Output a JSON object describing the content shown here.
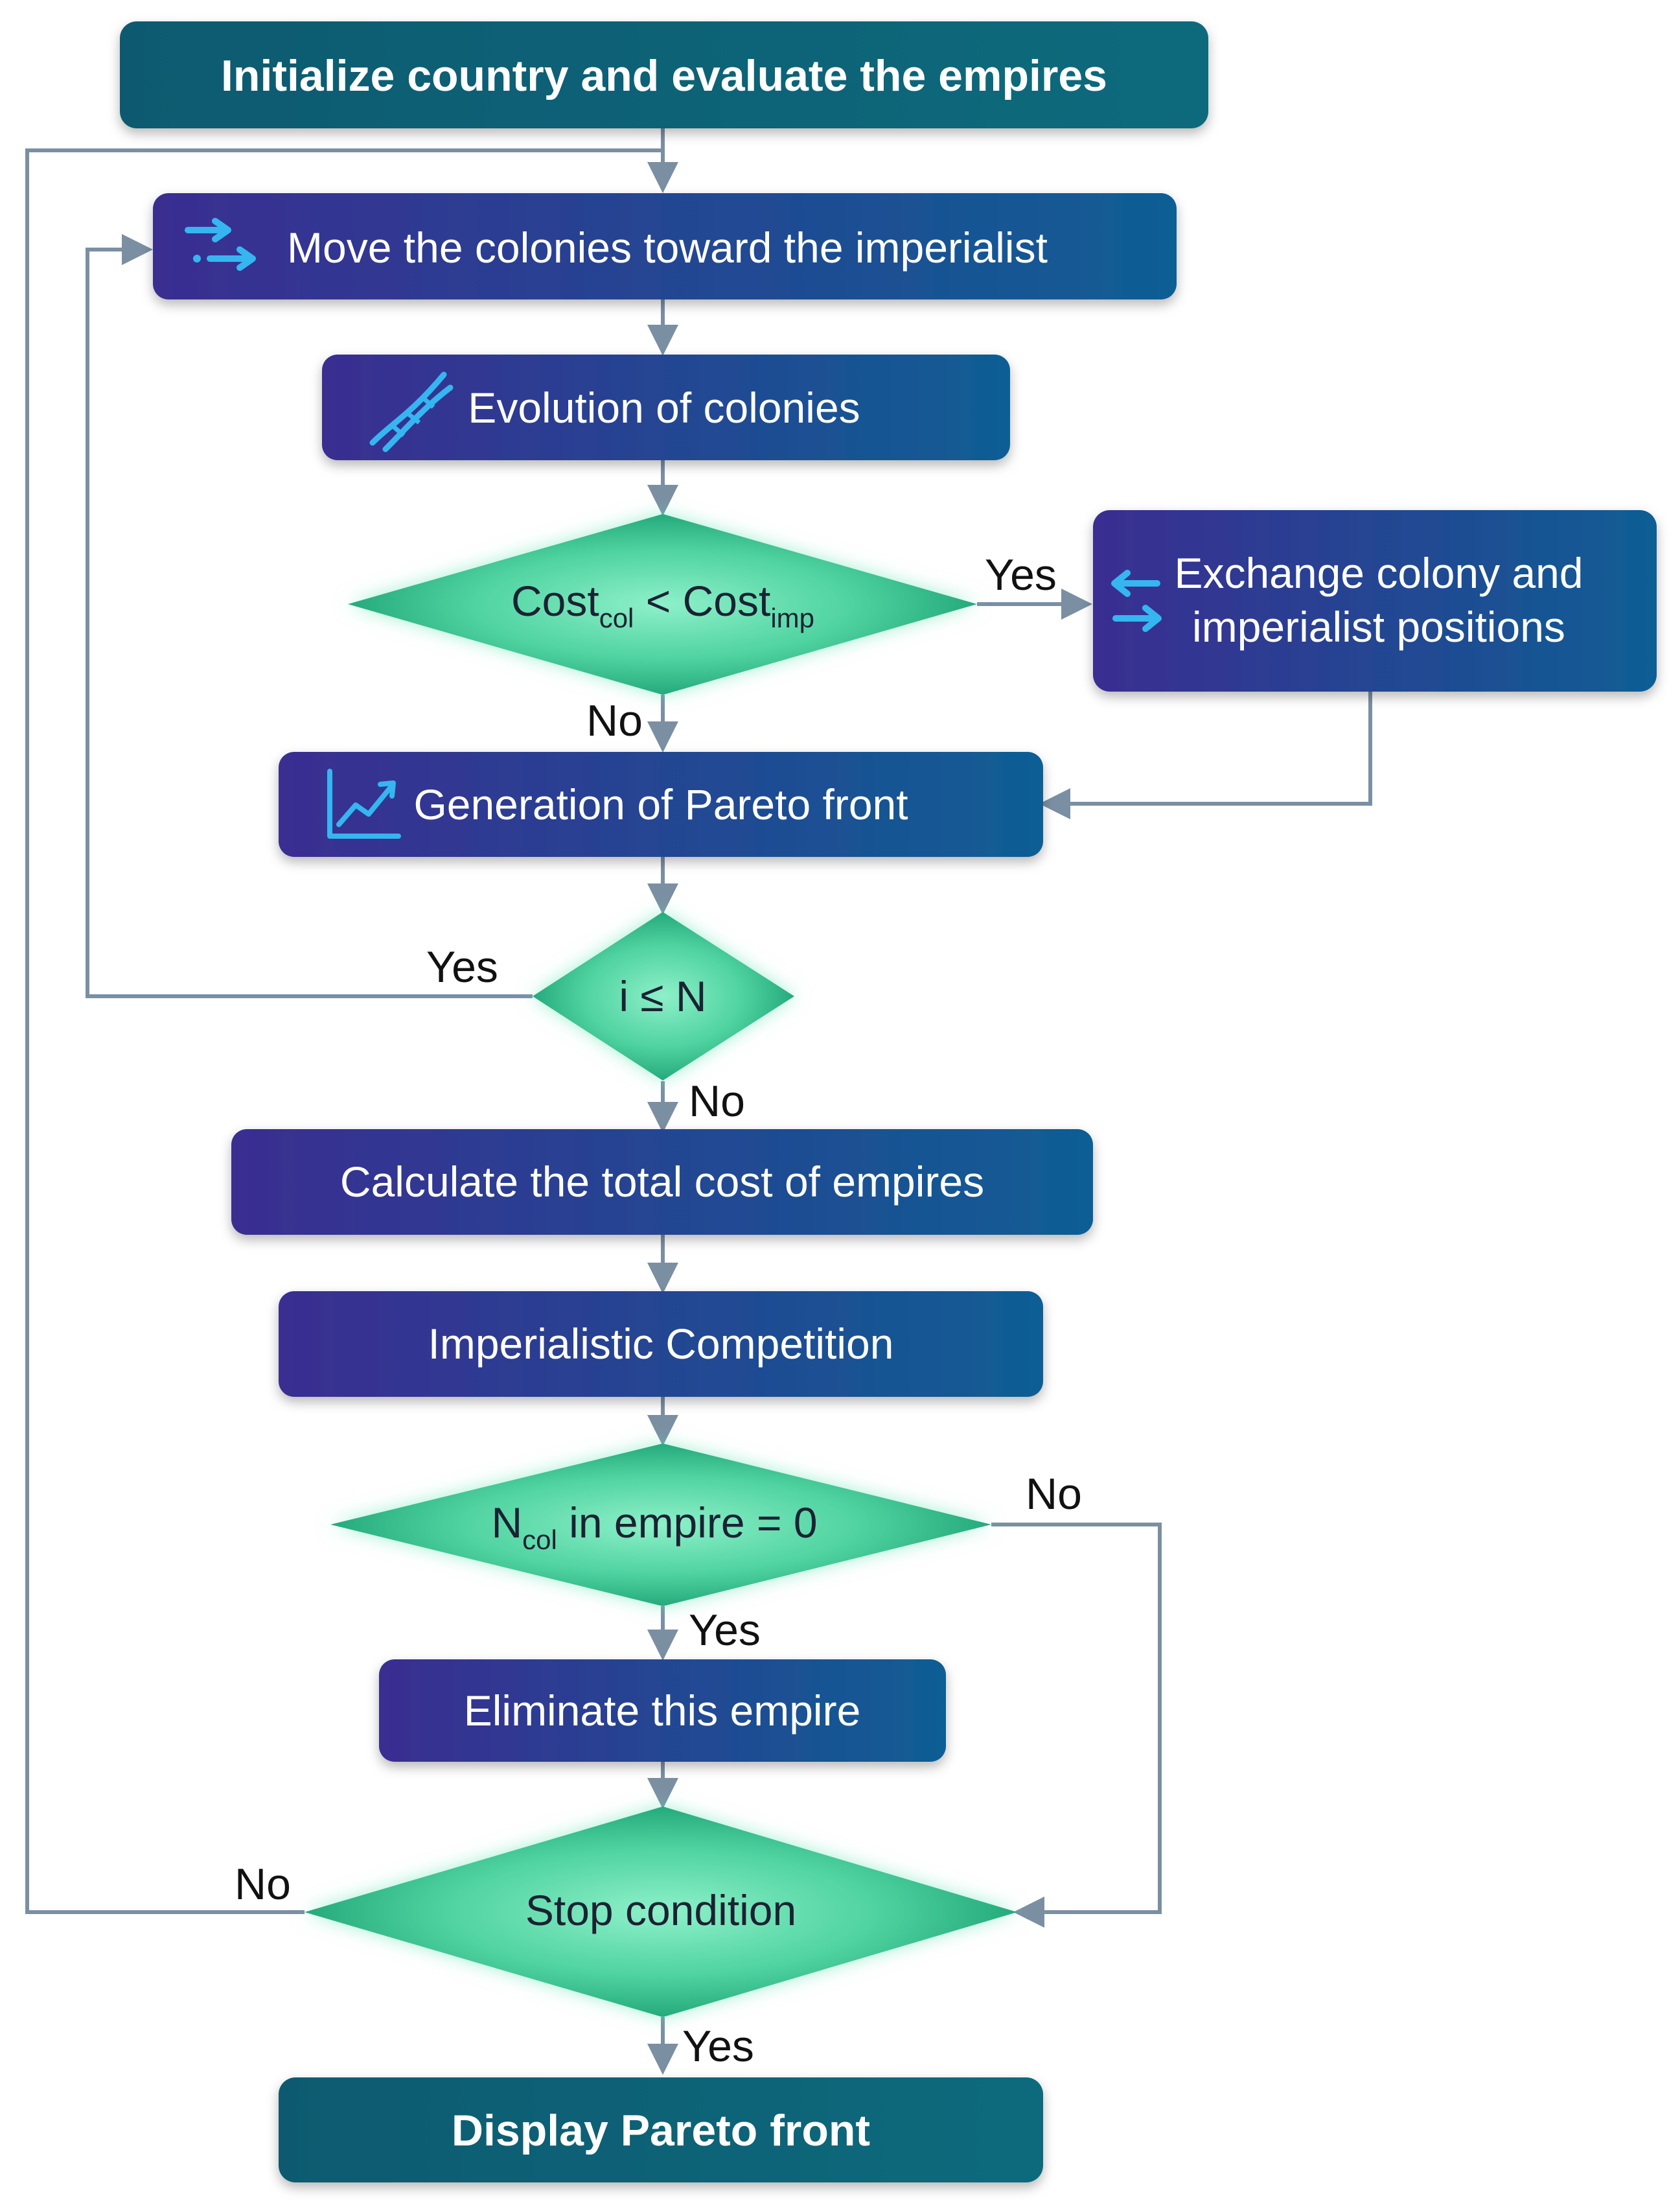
{
  "colors": {
    "teal_box": "#0e5f73",
    "process_box_left": "#3a2d91",
    "process_box_right": "#0f5e94",
    "decision_center": "#7de6bd",
    "decision_edge": "#1fa87a",
    "connector": "#7b8fa3",
    "icon": "#35b6f0"
  },
  "nodes": {
    "init": {
      "label": "Initialize country and evaluate the empires"
    },
    "move": {
      "label": "Move the colonies toward the imperialist",
      "icon": "arrows-right-icon"
    },
    "evolution": {
      "label": "Evolution of colonies",
      "icon": "dna-icon"
    },
    "cost_check": {
      "main": "Cost",
      "sub1": "col",
      "mid": " < Cost",
      "sub2": "imp"
    },
    "exchange": {
      "line1": "Exchange colony and",
      "line2": "imperialist positions",
      "icon": "swap-arrows-icon"
    },
    "pareto_gen": {
      "label": "Generation of Pareto front",
      "icon": "line-chart-icon"
    },
    "iter_check": {
      "label": "i ≤ N"
    },
    "total_cost": {
      "label": "Calculate the total cost of empires"
    },
    "competition": {
      "label": "Imperialistic Competition"
    },
    "ncol_check": {
      "main": "N",
      "sub": "col",
      "rest": " in empire = 0"
    },
    "eliminate": {
      "label": "Eliminate this empire"
    },
    "stop_check": {
      "label": "Stop condition"
    },
    "display": {
      "label": "Display Pareto front"
    }
  },
  "edge_labels": {
    "cost_yes": "Yes",
    "cost_no": "No",
    "iter_yes": "Yes",
    "iter_no": "No",
    "ncol_no": "No",
    "ncol_yes": "Yes",
    "stop_no": "No",
    "stop_yes": "Yes"
  }
}
